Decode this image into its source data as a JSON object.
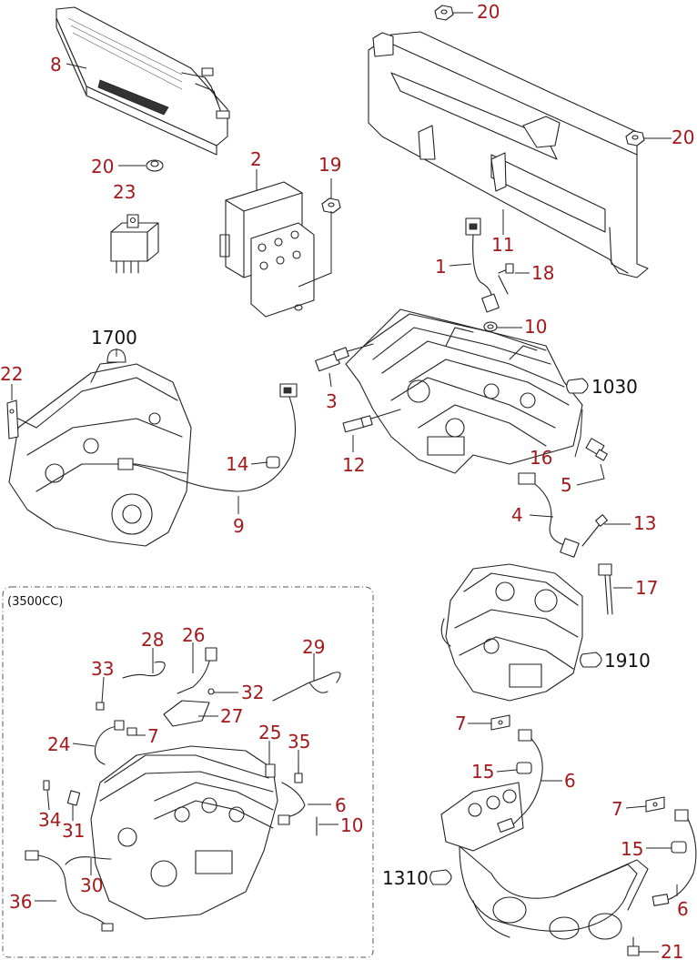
{
  "inset": {
    "label": "(3500CC)"
  },
  "callouts": {
    "c8": "8",
    "c20a": "20",
    "c20b": "20",
    "c20c": "20",
    "c23": "23",
    "c2": "2",
    "c19": "19",
    "c11": "11",
    "c1": "1",
    "c18": "18",
    "c10a": "10",
    "c1700": "1700",
    "c22": "22",
    "c3": "3",
    "c1030": "1030",
    "c12": "12",
    "c16": "16",
    "c5": "5",
    "c14": "14",
    "c9": "9",
    "c4": "4",
    "c13": "13",
    "c17": "17",
    "c1910": "1910",
    "c7a": "7",
    "c15a": "15",
    "c6a": "6",
    "c7b": "7",
    "c15b": "15",
    "c1310": "1310",
    "c6b": "6",
    "c21": "21",
    "c28": "28",
    "c26": "26",
    "c33": "33",
    "c32": "32",
    "c27": "27",
    "c29": "29",
    "c24": "24",
    "c7c": "7",
    "c25": "25",
    "c35": "35",
    "c6c": "6",
    "c34": "34",
    "c31": "31",
    "c10b": "10",
    "c30": "30",
    "c36": "36"
  }
}
